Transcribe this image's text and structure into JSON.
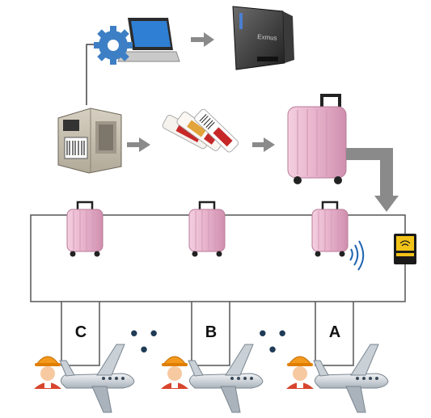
{
  "gates": [
    {
      "label": "C"
    },
    {
      "label": "B"
    },
    {
      "label": "A"
    }
  ],
  "separator": "• • •",
  "colors": {
    "suitcase": "#e8b6cf",
    "arrow": "#8a8a8a",
    "line": "#555555",
    "tag_red": "#c62828",
    "rfid_wave": "#1e63b0"
  },
  "icons": [
    "laptop-with-gear-icon",
    "external-hard-drive-icon",
    "label-printer-icon",
    "baggage-tags-icon",
    "suitcase-icon",
    "rfid-reader-icon",
    "rfid-wave-icon",
    "worker-icon",
    "airplane-icon",
    "arrow-right-icon",
    "arrow-down-icon"
  ]
}
